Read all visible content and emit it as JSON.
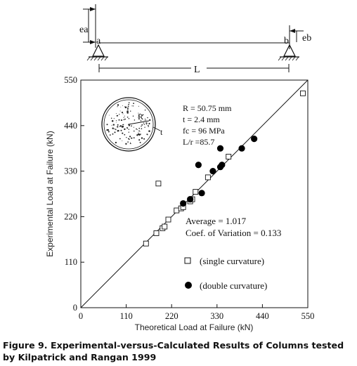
{
  "beam": {
    "ea": "ea",
    "eb": "eb",
    "end_a": "a",
    "end_b": "b",
    "span": "L"
  },
  "section": {
    "radius_label": "R",
    "thickness_label": "t",
    "params": [
      "R = 50.75 mm",
      "t = 2.4 mm",
      "fc = 96 MPa",
      "L/r =85.7"
    ]
  },
  "stats": [
    "Average = 1.017",
    "Coef. of Variation = 0.133"
  ],
  "legend": {
    "single": "(single curvature)",
    "double": "(double curvature)"
  },
  "caption": "Figure 9. Experimental-versus-Calculated Results of Columns tested by Kilpatrick and Rangan 1999",
  "chart_data": {
    "type": "scatter",
    "title": "",
    "xlabel": "Theoretical Load at Failure (kN)",
    "ylabel": "Experimental Load at Failure (kN)",
    "xlim": [
      0,
      550
    ],
    "ylim": [
      0,
      550
    ],
    "xticks": [
      0,
      110,
      220,
      330,
      440,
      550
    ],
    "yticks": [
      0,
      110,
      220,
      330,
      440,
      550
    ],
    "reference_line": "y = x",
    "legend_placement": "bottom-right",
    "series": [
      {
        "name": "(single curvature)",
        "marker": "open-square",
        "points": [
          [
            158,
            155
          ],
          [
            183,
            180
          ],
          [
            188,
            300
          ],
          [
            198,
            192
          ],
          [
            203,
            196
          ],
          [
            212,
            213
          ],
          [
            232,
            235
          ],
          [
            243,
            240
          ],
          [
            248,
            243
          ],
          [
            265,
            257
          ],
          [
            270,
            262
          ],
          [
            278,
            280
          ],
          [
            308,
            315
          ],
          [
            358,
            365
          ],
          [
            538,
            518
          ]
        ]
      },
      {
        "name": "(double curvature)",
        "marker": "filled-circle",
        "points": [
          [
            248,
            252
          ],
          [
            265,
            262
          ],
          [
            285,
            345
          ],
          [
            293,
            277
          ],
          [
            320,
            330
          ],
          [
            338,
            385
          ],
          [
            338,
            340
          ],
          [
            342,
            345
          ],
          [
            390,
            385
          ],
          [
            420,
            408
          ]
        ]
      }
    ]
  }
}
